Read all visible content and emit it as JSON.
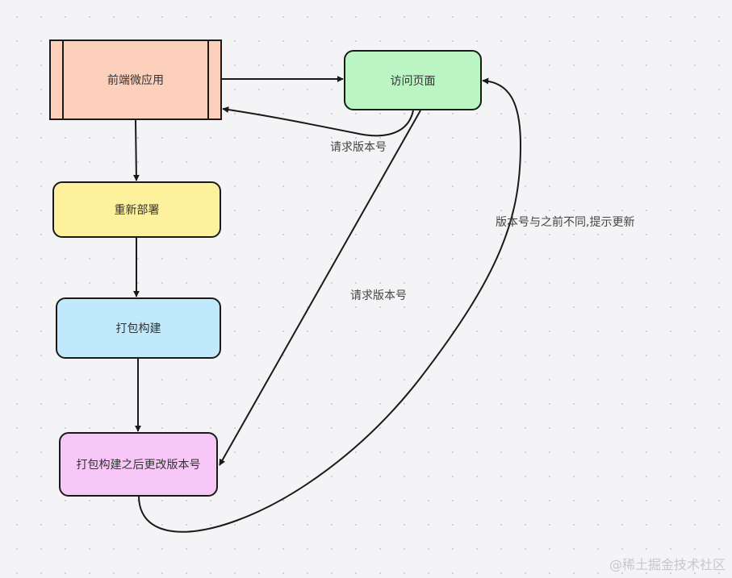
{
  "nodes": {
    "frontend": {
      "label": "前端微应用",
      "color": "#fdd0bc"
    },
    "visit": {
      "label": "访问页面",
      "color": "#baf5c3"
    },
    "redeploy": {
      "label": "重新部署",
      "color": "#fdf19e"
    },
    "build": {
      "label": "打包构建",
      "color": "#c1e9fc"
    },
    "update_version": {
      "label": "打包构建之后更改版本号",
      "color": "#f7c8f7"
    }
  },
  "edge_labels": {
    "request_version_1": "请求版本号",
    "request_version_2": "请求版本号",
    "version_changed": "版本号与之前不同,提示更新"
  },
  "watermark": "@稀土掘金技术社区"
}
